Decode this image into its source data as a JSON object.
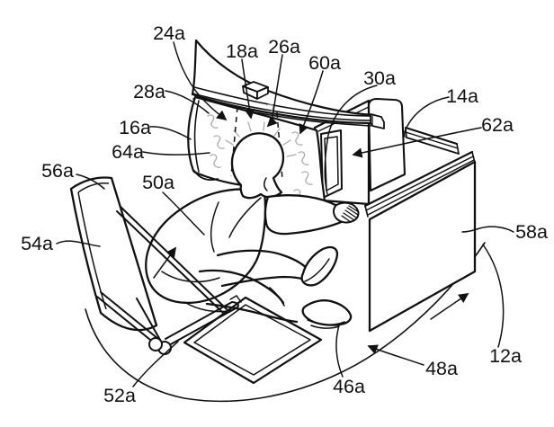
{
  "figure": {
    "type": "patent-line-drawing",
    "scene": "Reclined user in an ergonomic workstation: overhead curved canopy and privacy shroud around the head, display and divider panel on a desk, tilting chair with pivot base, foot mat and ground line",
    "colors": {
      "line": "#111111",
      "flow_lines": "#a9a9a9",
      "background": "#ffffff"
    },
    "reference_labels": [
      {
        "ref": "24a"
      },
      {
        "ref": "18a"
      },
      {
        "ref": "26a"
      },
      {
        "ref": "60a"
      },
      {
        "ref": "30a"
      },
      {
        "ref": "14a"
      },
      {
        "ref": "62a"
      },
      {
        "ref": "28a"
      },
      {
        "ref": "16a"
      },
      {
        "ref": "64a"
      },
      {
        "ref": "56a"
      },
      {
        "ref": "50a"
      },
      {
        "ref": "54a"
      },
      {
        "ref": "58a"
      },
      {
        "ref": "52a"
      },
      {
        "ref": "46a"
      },
      {
        "ref": "48a"
      },
      {
        "ref": "12a"
      }
    ]
  }
}
